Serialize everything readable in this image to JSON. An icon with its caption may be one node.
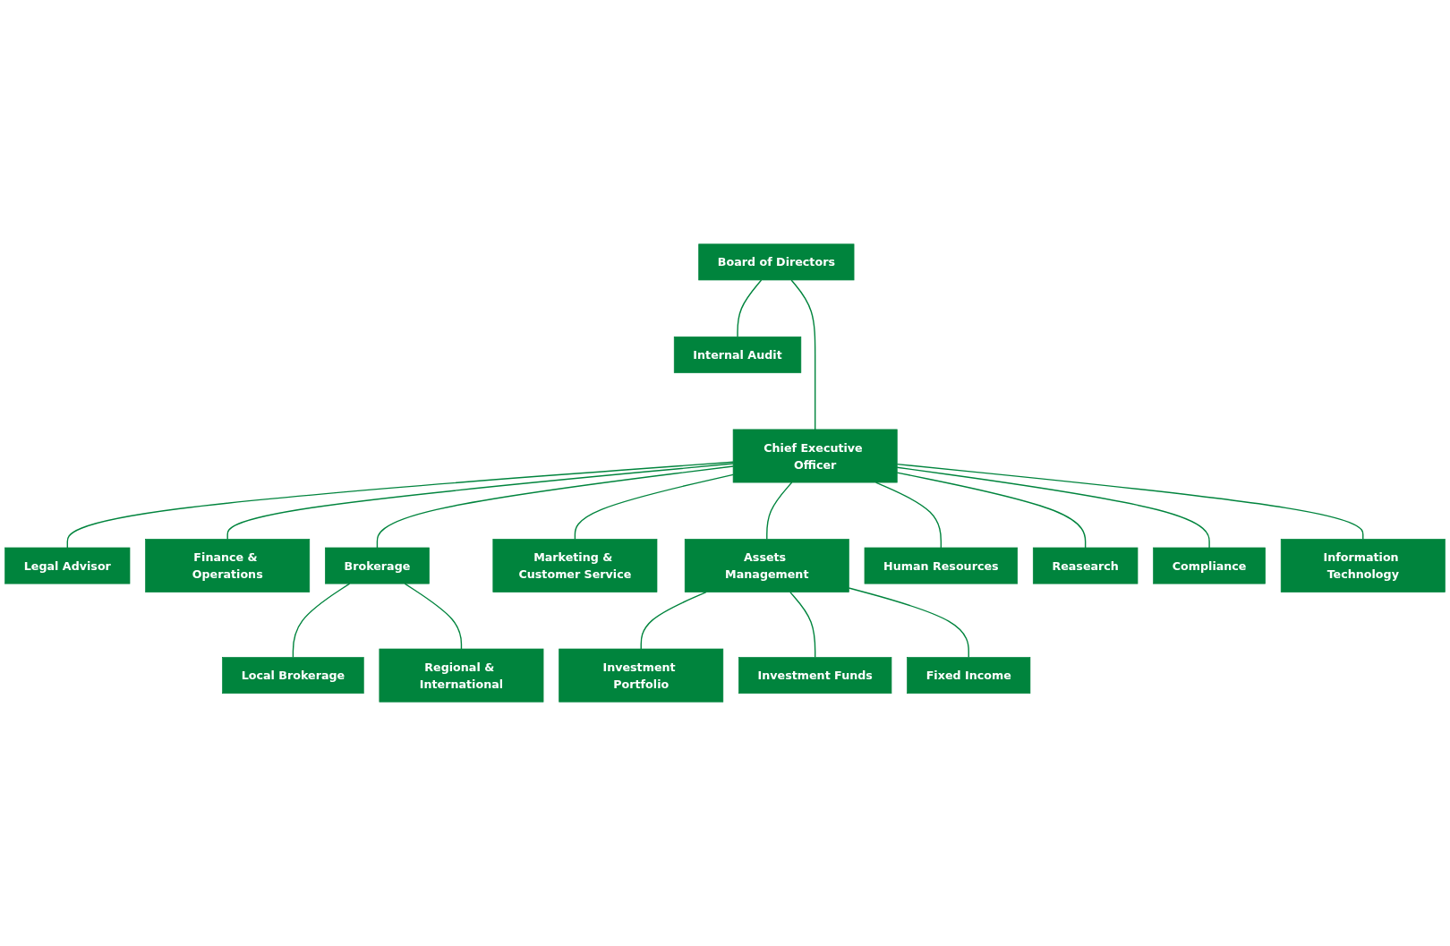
{
  "diagram": {
    "nodes": [
      {
        "text": [
          "Board of Directors"
        ]
      },
      {
        "text": [
          "Internal Audit"
        ]
      },
      {
        "text": [
          "Chief Executive Officer"
        ]
      },
      {
        "text": [
          "Legal Advisor"
        ]
      },
      {
        "text": [
          "Finance & Operations"
        ]
      },
      {
        "text": [
          "Brokerage"
        ]
      },
      {
        "text": [
          "Marketing & Customer Service"
        ]
      },
      {
        "text": [
          "Assets Management"
        ]
      },
      {
        "text": [
          "Human Resources"
        ]
      },
      {
        "text": [
          "Reasearch"
        ]
      },
      {
        "text": [
          "Compliance"
        ]
      },
      {
        "text": [
          "Information Technology"
        ]
      },
      {
        "text": [
          "Local Brokerage"
        ]
      },
      {
        "text": [
          "Regional & International"
        ]
      },
      {
        "text": [
          "Investment Portfolio"
        ]
      },
      {
        "text": [
          "Investment Funds"
        ]
      },
      {
        "text": [
          "Fixed Income"
        ]
      }
    ],
    "edges": [
      {
        "from": 0,
        "to": 1,
        "arrow": "none"
      },
      {
        "from": 0,
        "to": 2,
        "arrow": "none"
      },
      {
        "from": 2,
        "to": 3,
        "arrow": "none"
      },
      {
        "from": 2,
        "to": 4,
        "arrow": "none"
      },
      {
        "from": 2,
        "to": 5,
        "arrow": "none"
      },
      {
        "from": 2,
        "to": 6,
        "arrow": "none"
      },
      {
        "from": 2,
        "to": 7,
        "arrow": "none"
      },
      {
        "from": 2,
        "to": 8,
        "arrow": "none"
      },
      {
        "from": 2,
        "to": 9,
        "arrow": "none"
      },
      {
        "from": 2,
        "to": 10,
        "arrow": "none"
      },
      {
        "from": 2,
        "to": 11,
        "arrow": "none"
      },
      {
        "from": 5,
        "to": 12,
        "arrow": "none"
      },
      {
        "from": 5,
        "to": 13,
        "arrow": "none"
      },
      {
        "from": 7,
        "to": 14,
        "arrow": "none"
      },
      {
        "from": 7,
        "to": 15,
        "arrow": "none"
      },
      {
        "from": 7,
        "to": 16,
        "arrow": "none"
      }
    ]
  }
}
